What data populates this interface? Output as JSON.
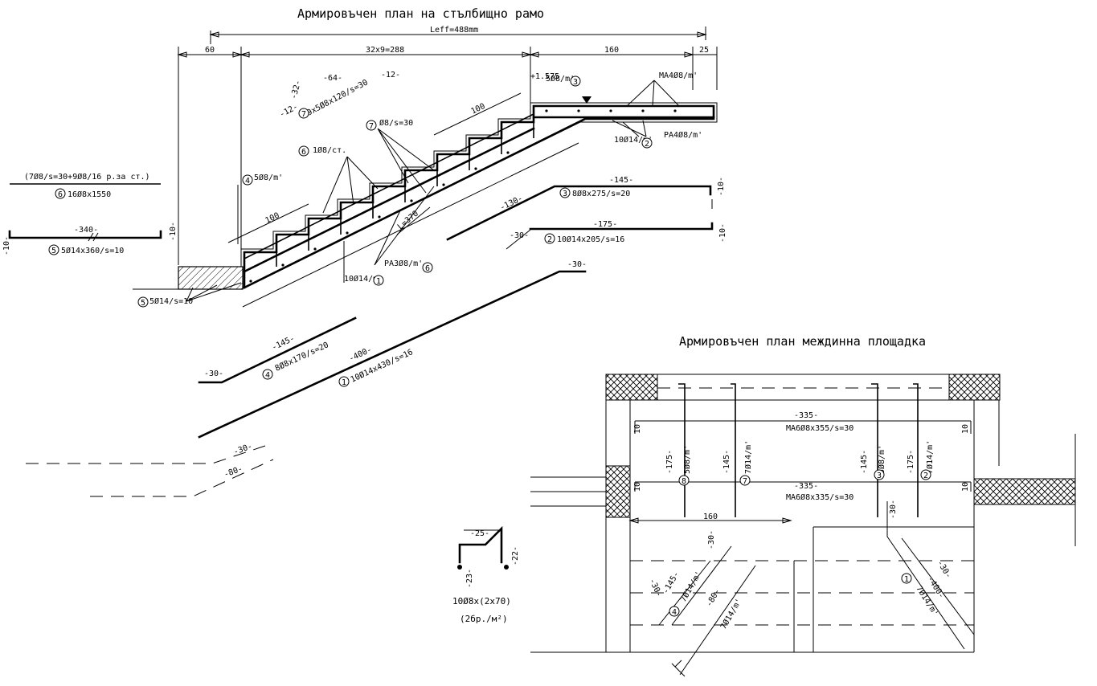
{
  "titles": {
    "stair": "Армировъчен план на стълбищно рамо",
    "landing": "Армировъчен план междинна площадка"
  },
  "dims": {
    "leff": "Leff=488mm",
    "d60": "60",
    "d288": "32x9=288",
    "d160": "160",
    "d25": "25",
    "d100a": "100",
    "d100b": "100",
    "l370": "L=370",
    "d64": "-64-",
    "d32": "-32-",
    "d12a": "-12-",
    "d12b": "-12-",
    "level": "+1.575"
  },
  "stair_labels": {
    "r3": "5Ø8/m'",
    "ma": "MA4Ø8/m'",
    "pa": "PA4Ø8/m'",
    "r2": "10Ø14/m'",
    "r7a": "9x5Ø8x120/s=30",
    "r7b": "Ø8/s=30",
    "r6": "1Ø8/ст.",
    "r4": "5Ø8/m'",
    "pa3": "PA3Ø8/m'",
    "r1": "10Ø14/m'",
    "r5": "5Ø14/s=10"
  },
  "bars": {
    "b6_note": "(7Ø8/s=30+9Ø8/16 р.за ст.)",
    "b6": "16Ø8x1550",
    "b5_len": "-340-",
    "b5_hook_l": "-10-",
    "b5_hook_r": "-10-",
    "b5": "5Ø14x360/s=10",
    "b3_len": "-145-",
    "b3_hook": "-10-",
    "b3_slope": "-130-",
    "b3": "8Ø8x275/s=20",
    "b2_len": "-175-",
    "b2_hook": "-10-",
    "b2_slope": "-30-",
    "b2": "10Ø14x205/s=16",
    "b1_top": "-30-",
    "b1_len": "-400-",
    "b1": "10Ø14x430/s=16",
    "b4_len": "-145-",
    "b4_bot": "-30-",
    "b4": "8Ø8x170/s=20",
    "lower_30": "-30-",
    "lower_80": "-80-"
  },
  "chair": {
    "top": "-25-",
    "left": "-23-",
    "right": "-22-",
    "label": "10Ø8x(2x70)",
    "note": "(2бр./м²)"
  },
  "landing": {
    "d335a": "-335-",
    "ma_top": "MA6Ø8x355/s=30",
    "d335b": "-335-",
    "ma_bot": "MA6Ø8x335/s=30",
    "ten_a": "10",
    "ten_b": "10",
    "ten_c": "10",
    "ten_d": "10",
    "v8_len": "-175-",
    "v8": "5Ø8/m'",
    "v7_len": "-145-",
    "v7": "7Ø14/m'",
    "v3_len": "-145-",
    "v3": "5Ø8/m'",
    "v2_len": "-175-",
    "v2": "7Ø14/m'",
    "d160": "160",
    "l30a": "-30-",
    "l30b": "-30-",
    "l30c": "-30-",
    "l145": "-145-",
    "l80": "-80-",
    "l400": "-400-",
    "r30": "-30-",
    "s4": "7Ø14/m'",
    "s7": "7Ø14/m'",
    "s1": "7Ø14/m'"
  },
  "markers": [
    "1",
    "2",
    "3",
    "4",
    "5",
    "6",
    "7",
    "8"
  ]
}
